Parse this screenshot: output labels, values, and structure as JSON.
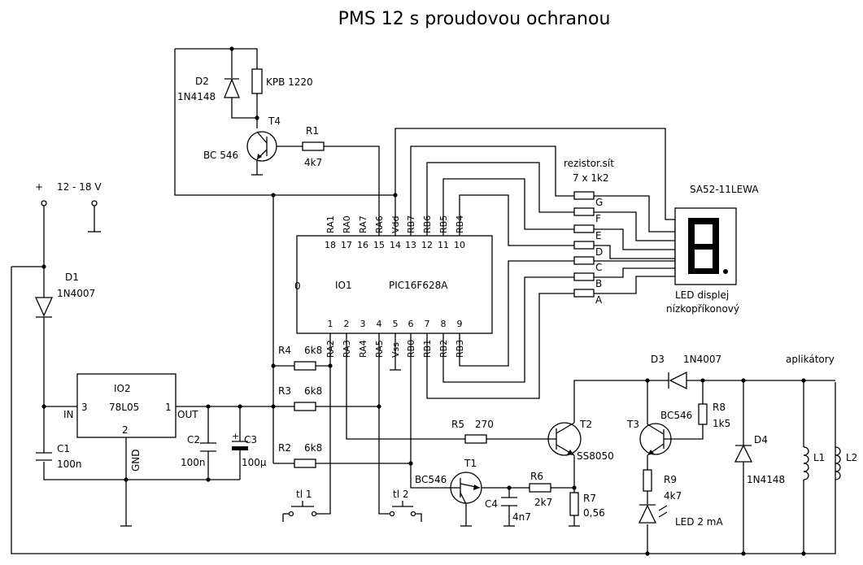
{
  "title": "PMS 12 s proudovou ochranou",
  "supply": {
    "plus": "+",
    "voltage": "12 - 18 V"
  },
  "components": {
    "D1": {
      "ref": "D1",
      "value": "1N4007"
    },
    "D2": {
      "ref": "D2",
      "value": "1N4148"
    },
    "D3": {
      "ref": "D3",
      "value": "1N4007"
    },
    "D4": {
      "ref": "D4",
      "value": "1N4148"
    },
    "buzzer": {
      "value": "KPB 1220"
    },
    "T1": {
      "ref": "T1",
      "value": "BC546"
    },
    "T2": {
      "ref": "T2",
      "value": "SS8050"
    },
    "T3": {
      "ref": "T3",
      "value": "BC546"
    },
    "T4": {
      "ref": "T4",
      "value": "BC 546"
    },
    "R1": {
      "ref": "R1",
      "value": "4k7"
    },
    "R2": {
      "ref": "R2",
      "value": "6k8"
    },
    "R3": {
      "ref": "R3",
      "value": "6k8"
    },
    "R4": {
      "ref": "R4",
      "value": "6k8"
    },
    "R5": {
      "ref": "R5",
      "value": "270"
    },
    "R6": {
      "ref": "R6",
      "value": "2k7"
    },
    "R7": {
      "ref": "R7",
      "value": "0,56"
    },
    "R8": {
      "ref": "R8",
      "value": "1k5"
    },
    "R9": {
      "ref": "R9",
      "value": "4k7"
    },
    "C1": {
      "ref": "C1",
      "value": "100n"
    },
    "C2": {
      "ref": "C2",
      "value": "100n"
    },
    "C3": {
      "ref": "C3",
      "value": "100µ",
      "plus": "+"
    },
    "C4": {
      "ref": "C4",
      "value": "4n7"
    },
    "L1": {
      "ref": "L1"
    },
    "L2": {
      "ref": "L2"
    },
    "led": {
      "value": "LED 2 mA"
    },
    "tl1": {
      "ref": "tl 1"
    },
    "tl2": {
      "ref": "tl 2"
    },
    "applicators": "aplikátory"
  },
  "regulator": {
    "ref": "IO2",
    "value": "78L05",
    "in_label": "IN",
    "out_label": "OUT",
    "gnd_label": "GND",
    "pin_in": "3",
    "pin_out": "1",
    "pin_gnd": "2"
  },
  "mcu": {
    "ref": "IO1",
    "value": "PIC16F628A",
    "notch": "0",
    "top_pins": [
      {
        "num": "18",
        "name": "RA1"
      },
      {
        "num": "17",
        "name": "RA0"
      },
      {
        "num": "16",
        "name": "RA7"
      },
      {
        "num": "15",
        "name": "RA6"
      },
      {
        "num": "14",
        "name": "Vdd"
      },
      {
        "num": "13",
        "name": "RB7"
      },
      {
        "num": "12",
        "name": "RB6"
      },
      {
        "num": "11",
        "name": "RB5"
      },
      {
        "num": "10",
        "name": "RB4"
      }
    ],
    "bottom_pins": [
      {
        "num": "1",
        "name": "RA2"
      },
      {
        "num": "2",
        "name": "RA3"
      },
      {
        "num": "3",
        "name": "RA4"
      },
      {
        "num": "4",
        "name": "RA5"
      },
      {
        "num": "5",
        "name": "Vss"
      },
      {
        "num": "6",
        "name": "RB0"
      },
      {
        "num": "7",
        "name": "RB1"
      },
      {
        "num": "8",
        "name": "RB2"
      },
      {
        "num": "9",
        "name": "RB3"
      }
    ]
  },
  "network": {
    "title": "rezistor.sít",
    "value": "7 x 1k2",
    "segments": [
      "G",
      "F",
      "E",
      "D",
      "C",
      "B",
      "A"
    ]
  },
  "display": {
    "ref": "SA52-11LEWA",
    "desc1": "LED displej",
    "desc2": "nízkopříkonový",
    "digit": "8"
  }
}
